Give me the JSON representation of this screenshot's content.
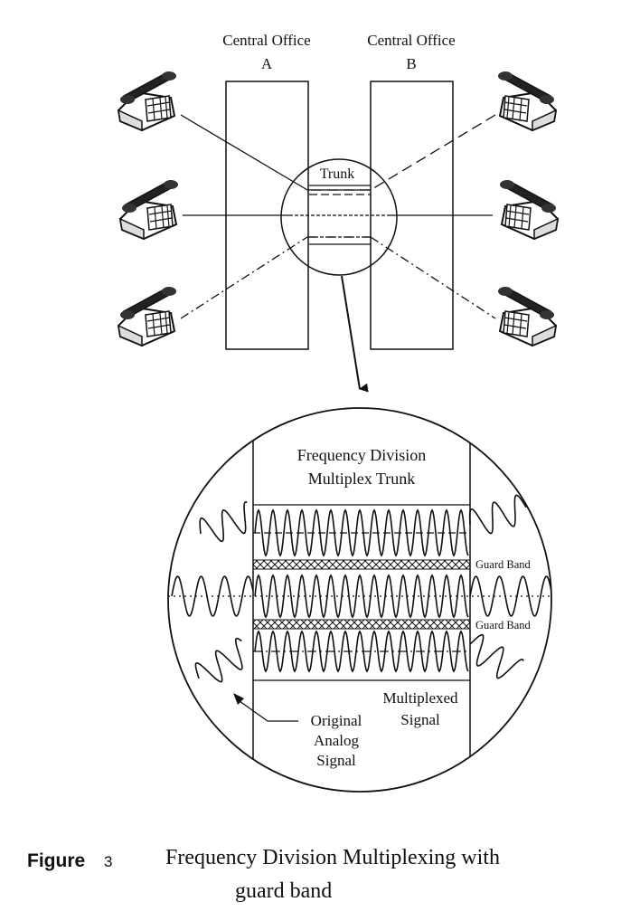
{
  "offices": {
    "a": {
      "line1": "Central Office",
      "line2": "A"
    },
    "b": {
      "line1": "Central Office",
      "line2": "B"
    }
  },
  "trunk_label": "Trunk",
  "detail": {
    "title_line1": "Frequency Division",
    "title_line2": "Multiplex Trunk",
    "guard_band_1": "Guard Band",
    "guard_band_2": "Guard Band",
    "multiplexed_line1": "Multiplexed",
    "multiplexed_line2": "Signal",
    "original_line1": "Original",
    "original_line2": "Analog",
    "original_line3": "Signal"
  },
  "caption": {
    "figure_word": "Figure",
    "figure_number": "3",
    "title_line1": "Frequency Division Multiplexing with",
    "title_line2": "guard band"
  },
  "icons": {
    "telephone": "telephone-icon"
  }
}
